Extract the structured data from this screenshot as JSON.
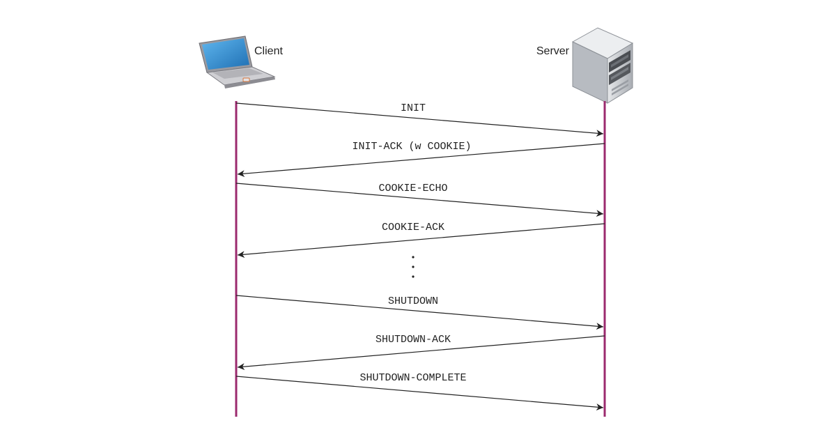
{
  "colors": {
    "lifeline": "#9b2a6e",
    "arrow": "#222222",
    "laptop_screen": "#2d8ad0",
    "laptop_body": "#b8b8bc",
    "server_body": "#c9ccd0"
  },
  "actors": {
    "client": {
      "label": "Client",
      "icon": "laptop-icon"
    },
    "server": {
      "label": "Server",
      "icon": "server-icon"
    }
  },
  "messages": [
    {
      "label": "INIT",
      "from": "client",
      "to": "server"
    },
    {
      "label": "INIT-ACK (w COOKIE)",
      "from": "server",
      "to": "client"
    },
    {
      "label": "COOKIE-ECHO",
      "from": "client",
      "to": "server"
    },
    {
      "label": "COOKIE-ACK",
      "from": "server",
      "to": "client"
    },
    {
      "label": "SHUTDOWN",
      "from": "client",
      "to": "server"
    },
    {
      "label": "SHUTDOWN-ACK",
      "from": "server",
      "to": "client"
    },
    {
      "label": "SHUTDOWN-COMPLETE",
      "from": "client",
      "to": "server"
    }
  ],
  "ellipsis": {
    "after_message": 3,
    "dots": 3
  }
}
